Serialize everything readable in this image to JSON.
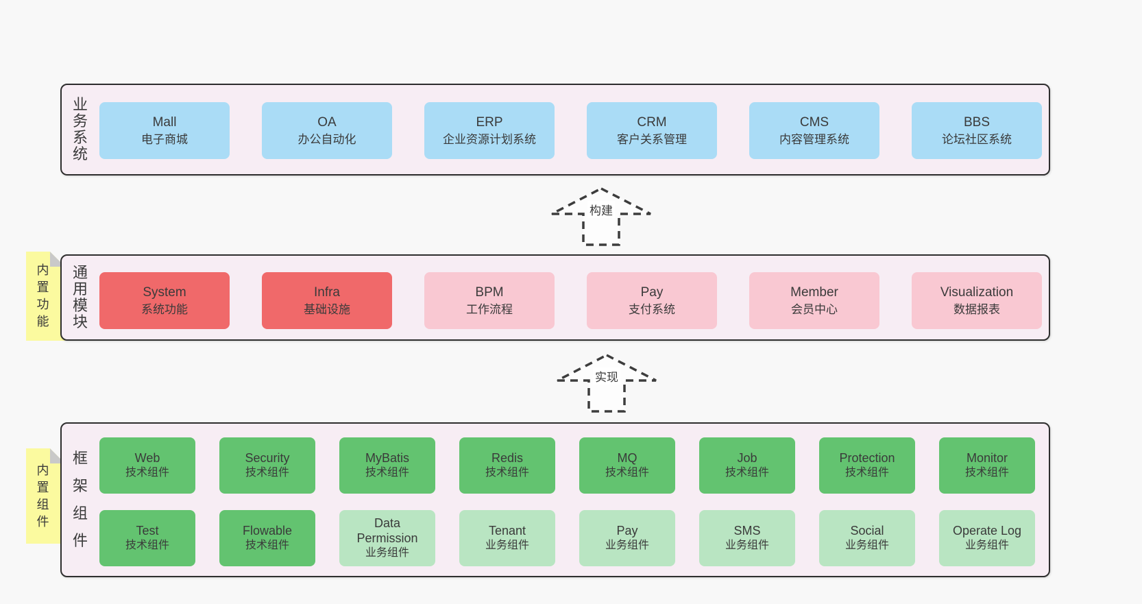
{
  "colors": {
    "page_bg": "#f8f8f8",
    "panel_bg": "#f7edf4",
    "panel_border": "#2e2e2e",
    "blue_box": "#aadcf6",
    "red_box": "#f0696a",
    "pink_box": "#f9c8d2",
    "green_box": "#63c370",
    "light_green_box": "#b9e5c2",
    "note_yellow": "#fbfa9f",
    "note_fold_gray": "#c9c9c9",
    "text": "#3a3a3a"
  },
  "arrows": [
    {
      "label": "构建"
    },
    {
      "label": "实现"
    }
  ],
  "layers": [
    {
      "label": "业务系统",
      "boxes": [
        {
          "name": "Mall",
          "desc": "电子商城"
        },
        {
          "name": "OA",
          "desc": "办公自动化"
        },
        {
          "name": "ERP",
          "desc": "企业资源计划系统"
        },
        {
          "name": "CRM",
          "desc": "客户关系管理"
        },
        {
          "name": "CMS",
          "desc": "内容管理系统"
        },
        {
          "name": "BBS",
          "desc": "论坛社区系统"
        }
      ]
    },
    {
      "label": "通用模块",
      "note": "内置功能",
      "boxes": [
        {
          "name": "System",
          "desc": "系统功能"
        },
        {
          "name": "Infra",
          "desc": "基础设施"
        },
        {
          "name": "BPM",
          "desc": "工作流程"
        },
        {
          "name": "Pay",
          "desc": "支付系统"
        },
        {
          "name": "Member",
          "desc": "会员中心"
        },
        {
          "name": "Visualization",
          "desc": "数据报表"
        }
      ]
    },
    {
      "label": "框架组件",
      "note": "内置组件",
      "rows": [
        [
          {
            "name": "Web",
            "desc": "技术组件"
          },
          {
            "name": "Security",
            "desc": "技术组件"
          },
          {
            "name": "MyBatis",
            "desc": "技术组件"
          },
          {
            "name": "Redis",
            "desc": "技术组件"
          },
          {
            "name": "MQ",
            "desc": "技术组件"
          },
          {
            "name": "Job",
            "desc": "技术组件"
          },
          {
            "name": "Protection",
            "desc": "技术组件"
          },
          {
            "name": "Monitor",
            "desc": "技术组件"
          }
        ],
        [
          {
            "name": "Test",
            "desc": "技术组件"
          },
          {
            "name": "Flowable",
            "desc": "技术组件"
          },
          {
            "name": "Data Permission",
            "desc": "业务组件"
          },
          {
            "name": "Tenant",
            "desc": "业务组件"
          },
          {
            "name": "Pay",
            "desc": "业务组件"
          },
          {
            "name": "SMS",
            "desc": "业务组件"
          },
          {
            "name": "Social",
            "desc": "业务组件"
          },
          {
            "name": "Operate Log",
            "desc": "业务组件"
          }
        ]
      ]
    }
  ]
}
